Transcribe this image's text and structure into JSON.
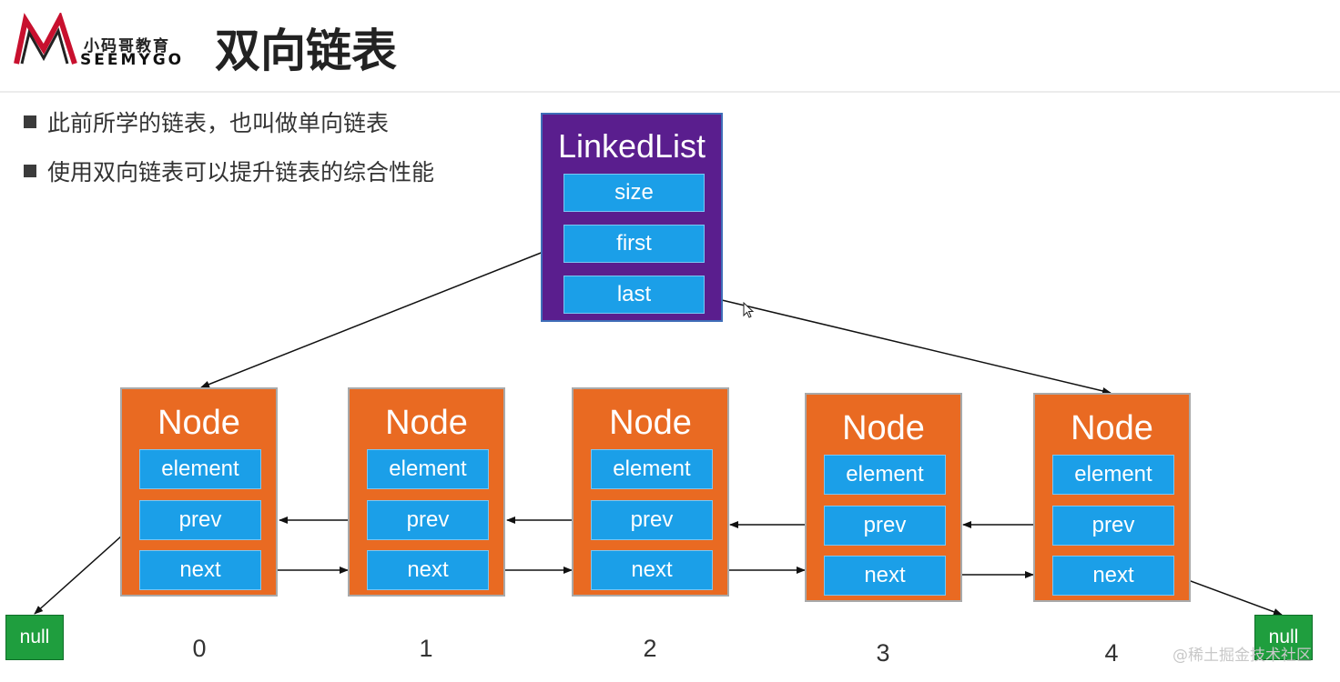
{
  "header": {
    "brand_cn": "小码哥教育",
    "brand_en": "SEEMYGO",
    "title": "双向链表"
  },
  "bullets": [
    "此前所学的链表，也叫做单向链表",
    "使用双向链表可以提升链表的综合性能"
  ],
  "linked_list": {
    "title": "LinkedList",
    "fields": [
      "size",
      "first",
      "last"
    ]
  },
  "nodes": [
    {
      "title": "Node",
      "fields": [
        "element",
        "prev",
        "next"
      ],
      "index": "0"
    },
    {
      "title": "Node",
      "fields": [
        "element",
        "prev",
        "next"
      ],
      "index": "1"
    },
    {
      "title": "Node",
      "fields": [
        "element",
        "prev",
        "next"
      ],
      "index": "2"
    },
    {
      "title": "Node",
      "fields": [
        "element",
        "prev",
        "next"
      ],
      "index": "3"
    },
    {
      "title": "Node",
      "fields": [
        "element",
        "prev",
        "next"
      ],
      "index": "4"
    }
  ],
  "nulls": [
    "null",
    "null"
  ],
  "watermark": "@稀土掘金技术社区",
  "colors": {
    "linked_list_bg": "#5a1e8e",
    "node_bg": "#e96a22",
    "field_bg": "#1b9fe8",
    "null_bg": "#1f9e3e"
  },
  "icons": [
    "logo-mark-icon",
    "cursor-icon"
  ]
}
